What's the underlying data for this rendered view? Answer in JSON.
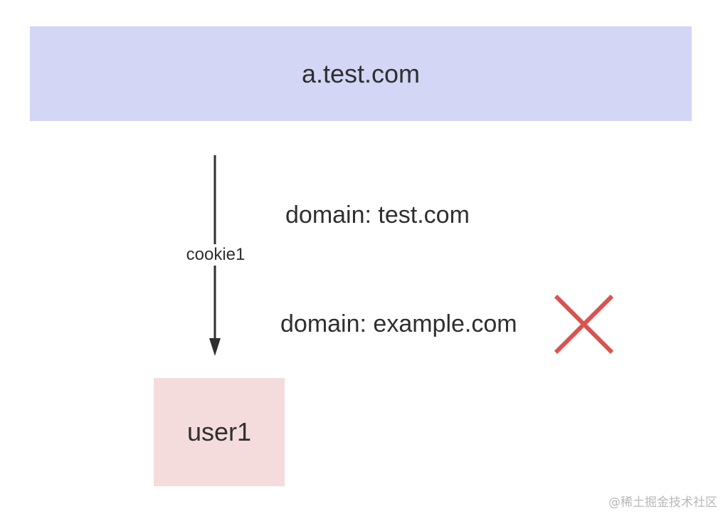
{
  "server": {
    "label": "a.test.com"
  },
  "flow": {
    "arrow_label": "cookie1"
  },
  "domains": {
    "allowed": "domain: test.com",
    "denied": "domain: example.com"
  },
  "user": {
    "label": "user1"
  },
  "colors": {
    "server_fill": "#d3d6f5",
    "user_fill": "#f4dcdc",
    "cross": "#d9534f",
    "arrow": "#2f2f2f"
  },
  "icons": {
    "denied_marker": "cross-icon"
  },
  "watermark": "@稀土掘金技术社区"
}
